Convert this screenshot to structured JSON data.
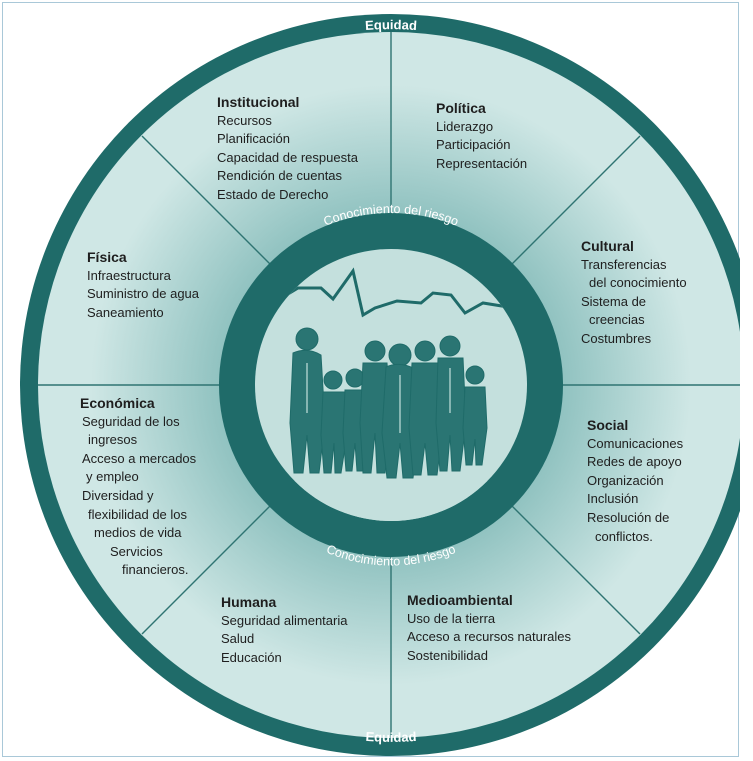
{
  "colors": {
    "ring": "#1f6b69",
    "sector_light": "#c9e4e2",
    "sector_dark": "#7fb8b6",
    "divider": "#2f7472",
    "people": "#1f6b69",
    "frame_border": "#a9c8d8"
  },
  "diagram": {
    "equity_top": "Equidad",
    "equity_bottom": "Equidad",
    "risk_top": "Conocimiento del riesgo",
    "risk_bottom": "Conocimiento del riesgo",
    "center_image": "community-people-illustration"
  },
  "sectors": {
    "institucional": {
      "title": "Institucional",
      "items": [
        "Recursos",
        "Planificación",
        "Capacidad de respuesta",
        "Rendición de cuentas",
        "Estado de Derecho"
      ]
    },
    "politica": {
      "title": "Política",
      "items": [
        "Liderazgo",
        "Participación",
        "Representación"
      ]
    },
    "cultural": {
      "title": "Cultural",
      "items": [
        "Transferencias",
        "del conocimiento",
        "Sistema de",
        "creencias",
        "Costumbres"
      ]
    },
    "social": {
      "title": "Social",
      "items": [
        "Comunicaciones",
        "Redes de apoyo",
        "Organización",
        "Inclusión",
        "Resolución de",
        "conflictos."
      ]
    },
    "medioambiental": {
      "title": "Medioambiental",
      "items": [
        "Uso de la tierra",
        "Acceso a recursos naturales",
        "Sostenibilidad"
      ]
    },
    "humana": {
      "title": "Humana",
      "items": [
        "Seguridad alimentaria",
        "Salud",
        "Educación"
      ]
    },
    "economica": {
      "title": "Económica",
      "items": [
        "Seguridad de los",
        "ingresos",
        "Acceso a mercados",
        "y empleo",
        "Diversidad y",
        "flexibilidad de los",
        "medios de vida",
        "Servicios",
        "financieros."
      ]
    },
    "fisica": {
      "title": "Física",
      "items": [
        "Infraestructura",
        "Suministro de agua",
        "Saneamiento"
      ]
    }
  }
}
